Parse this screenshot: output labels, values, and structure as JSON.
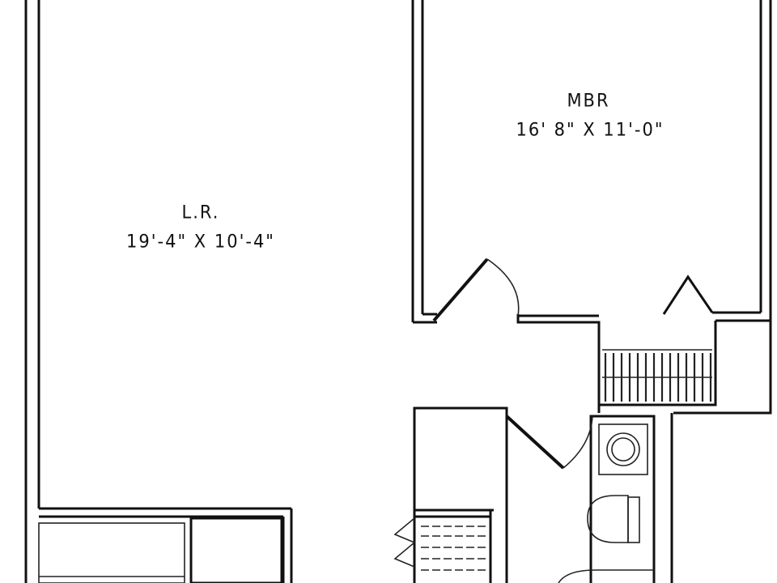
{
  "rooms": {
    "living": {
      "name": "L.R.",
      "dimensions": "19'-4\" X 10'-4\""
    },
    "master_bedroom": {
      "name": "MBR",
      "dimensions": "16' 8\" X 11'-0\""
    }
  },
  "colors": {
    "line": "#111111",
    "background": "#ffffff"
  }
}
